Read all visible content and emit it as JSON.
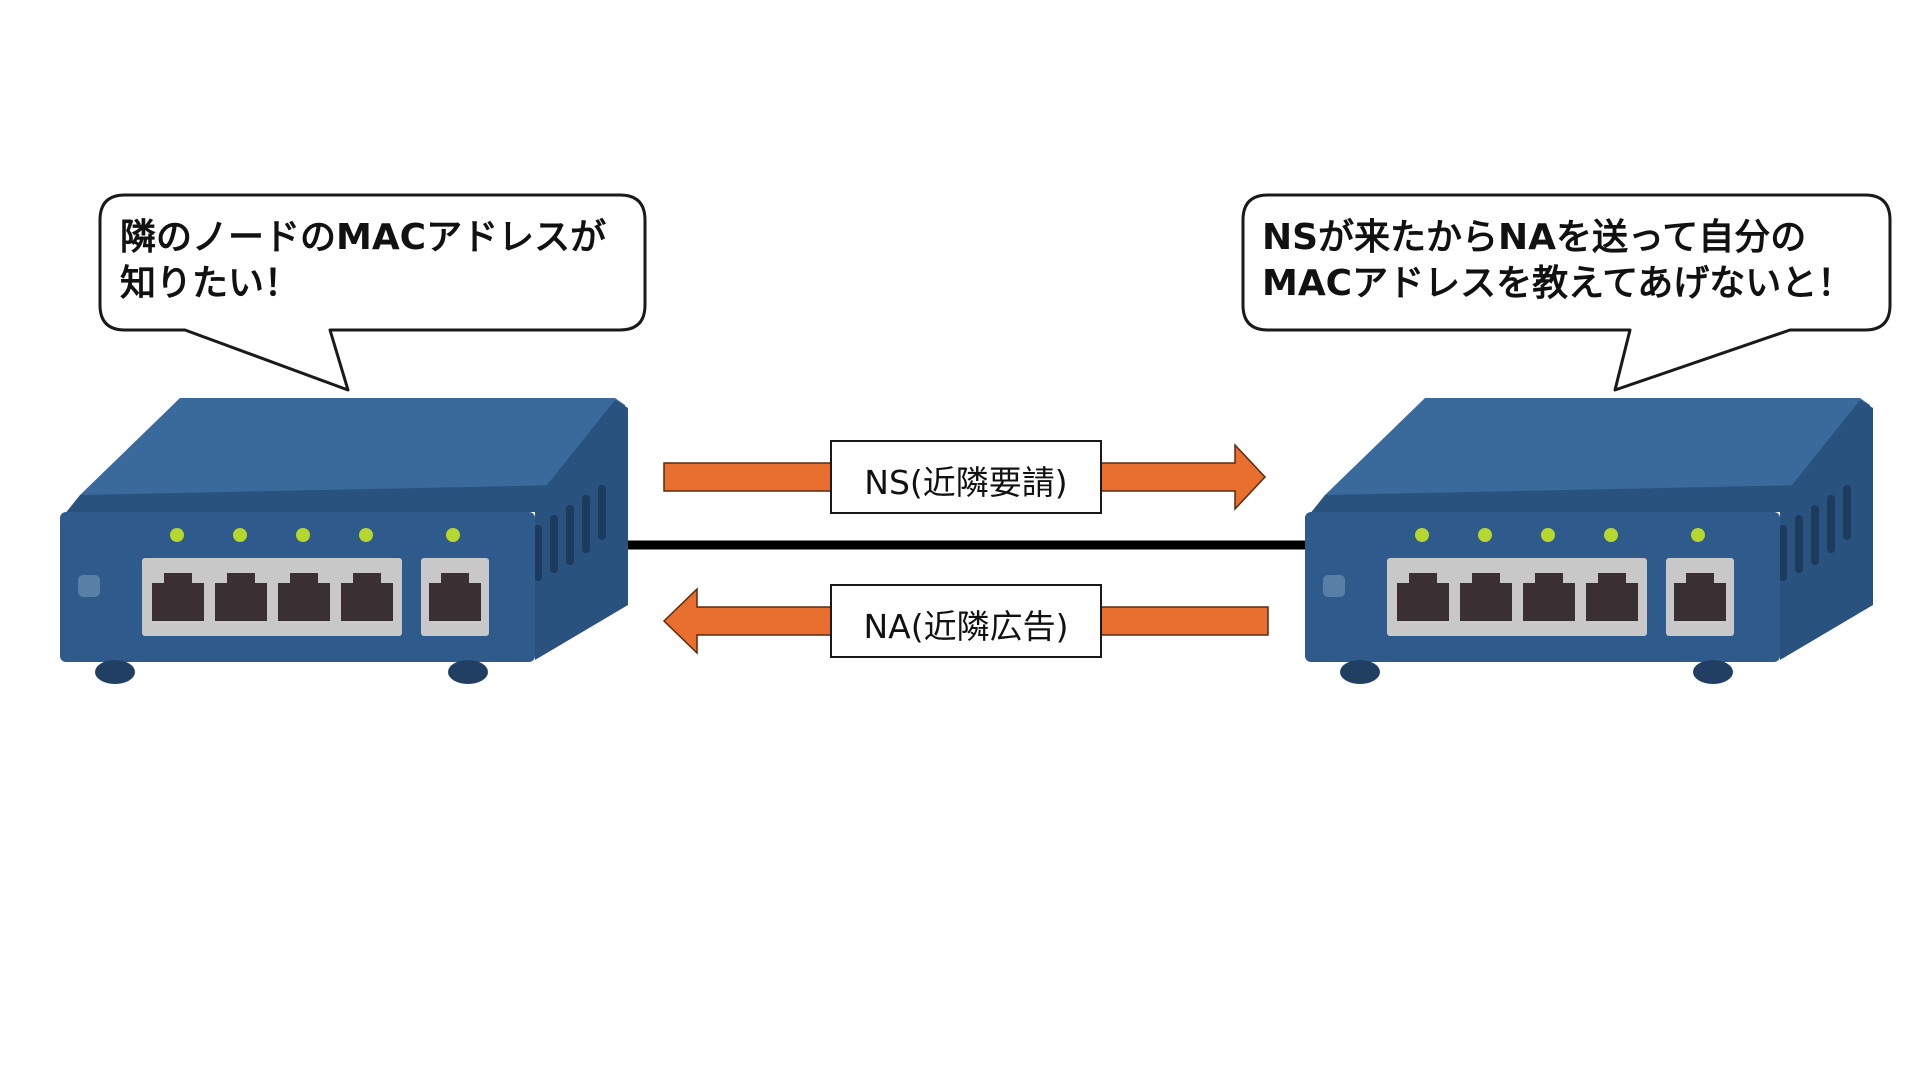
{
  "left_device": {
    "name": "switch",
    "speech": [
      "隣のノードのMACアドレスが",
      "知りたい！"
    ]
  },
  "right_device": {
    "name": "switch",
    "speech": [
      "NSが来たからNAを送って自分の",
      "MACアドレスを教えてあげないと！"
    ]
  },
  "messages": {
    "ns": {
      "label": "NS(近隣要請)",
      "direction": "left-to-right"
    },
    "na": {
      "label": "NA(近隣広告)",
      "direction": "right-to-left"
    }
  },
  "colors": {
    "device_body": "#2f5b8c",
    "device_top": "#3a6a9c",
    "device_dark": "#213f63",
    "port_panel": "#c8c8c8",
    "port_hole": "#3a2f33",
    "led": "#b6d630",
    "arrow": "#e96f2f",
    "cable": "#000000",
    "outline": "#1a1a1a"
  }
}
